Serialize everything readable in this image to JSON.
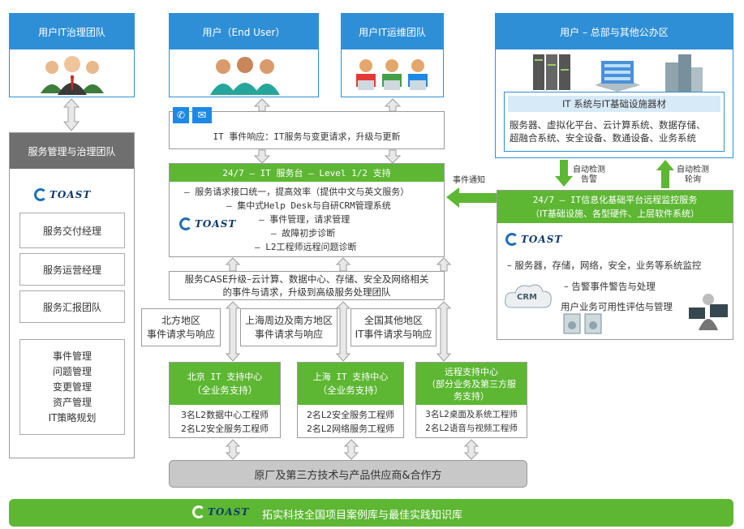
{
  "colors": {
    "blue": "#2f8fd6",
    "green": "#5db733",
    "gray_header": "#6f6f6f",
    "arrow": "#cfcfcf"
  },
  "top": {
    "governance_user": "用户IT治理团队",
    "end_user": "用户（End User）",
    "ops_user": "用户IT运维团队",
    "hq_user": "用户 – 总部与其他公办区"
  },
  "hq_panel": {
    "title": "IT 系统与IT基础设施器材",
    "line1": "服务器、虚拟化平台、云计算系统、数据存储、",
    "line2": "超融合系统、安全设备、数通设备、业务系统"
  },
  "event_response": "IT 事件响应：IT服务与变更请求，升级与更新",
  "service_desk": {
    "title": "24/7 – IT 服务台 – Level 1/2 支持",
    "items": [
      "– 服务请求接口统一，提高效率（提供中文与英文服务）",
      "– 集中式Help Desk与自研CRM管理系统",
      "– 事件管理，请求管理",
      "– 故障初步诊断",
      "– L2工程师远程问题诊断"
    ]
  },
  "event_notify": "事件通知",
  "auto_detect_alarm": [
    "自动检测",
    "告警"
  ],
  "auto_detect_poll": [
    "自动检测",
    "轮询"
  ],
  "monitor": {
    "title1": "24/7 – IT信息化基础平台远程监控服务",
    "title2": "（IT基础设施、各型硬件、上层软件系统）",
    "item1": "– 服务器，存储，网络，安全，业务等系统监控",
    "item2": "– 告警事件警告与处理",
    "item3": "用户业务可用性评估与管理",
    "crm": "CRM"
  },
  "governance_panel": {
    "header": "服务管理与治理团队",
    "roles": [
      "服务交付经理",
      "服务运营经理",
      "服务汇报团队"
    ],
    "tasks": [
      "事件管理",
      "问题管理",
      "变更管理",
      "资产管理",
      "IT策略规划"
    ]
  },
  "escalation": {
    "line1": "服务CASE升级–云计算、数据中心、存储、安全及网络相关",
    "line2": "的事件与请求，升级到高级服务处理团队"
  },
  "regions": [
    {
      "l1": "北方地区",
      "l2": "事件请求与响应"
    },
    {
      "l1": "上海周边及南方地区",
      "l2": "事件请求与响应"
    },
    {
      "l1": "全国其他地区",
      "l2": "IT事件请求与响应"
    }
  ],
  "centers": [
    {
      "h1": "北京 IT 支持中心",
      "h2": "（全业务支持）",
      "e1": "3名L2数据中心工程师",
      "e2": "2名L2安全服务工程师"
    },
    {
      "h1": "上海 IT 支持中心",
      "h2": "（全业务支持）",
      "e1": "2名L2安全服务工程师",
      "e2": "2名L2网络服务工程师"
    },
    {
      "h1": "远程支持中心",
      "h2": "（部分业务及第三方服",
      "h3": "务支持）",
      "e1": "3名L2桌面及系统工程师",
      "e2": "2名L2语音与视频工程师"
    }
  ],
  "vendors": "原厂及第三方技术与产品供应商&合作方",
  "knowledge_base": "拓实科技全国项目案例库与最佳实践知识库",
  "logo_text": "TOAST"
}
